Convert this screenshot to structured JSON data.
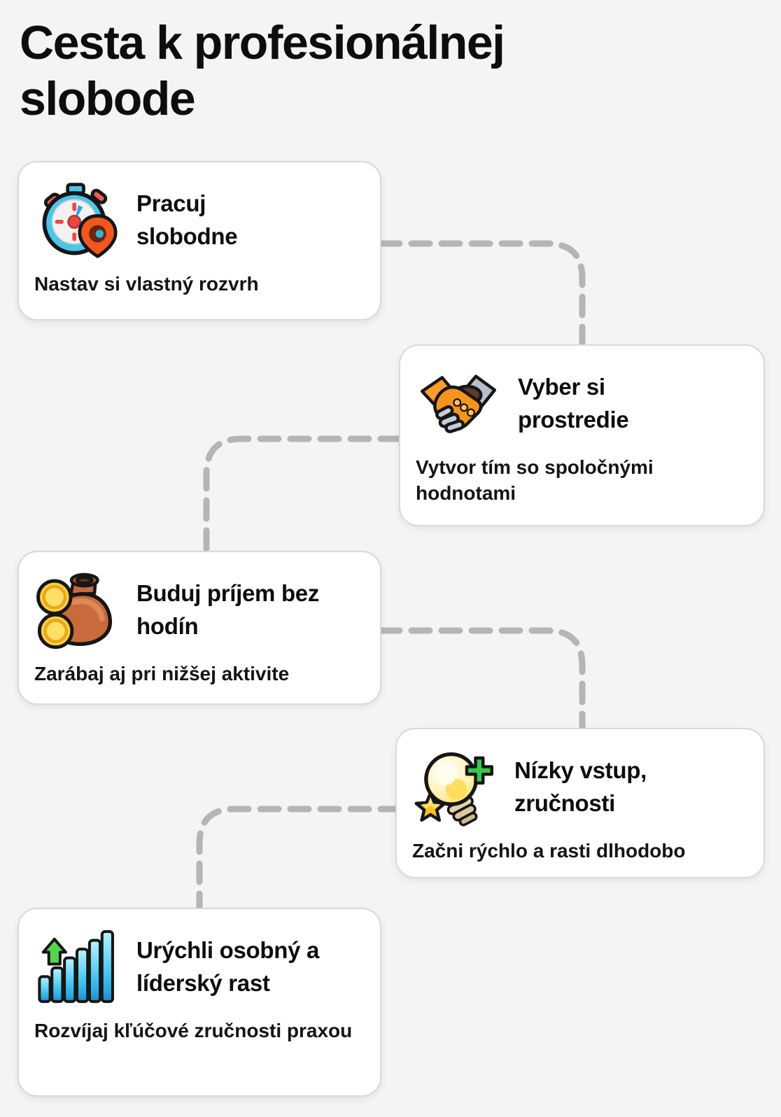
{
  "page": {
    "title": "Cesta k profesionálnej slobode",
    "background_color": "#f4f4f2",
    "card_background": "#ffffff",
    "text_color": "#111111"
  },
  "connector": {
    "color": "#b5b5b5",
    "style": "dashed-rounded"
  },
  "cards": [
    {
      "icon": "stopwatch-location-icon",
      "title": "Pracuj slobodne",
      "subtitle": "Nastav si vlastný rozvrh"
    },
    {
      "icon": "handshake-icon",
      "title": "Vyber si prostredie",
      "subtitle": "Vytvor tím so spoločnými hodnotami"
    },
    {
      "icon": "money-bag-icon",
      "title": "Buduj príjem bez hodín",
      "subtitle": "Zarábaj aj pri nižšej aktivite"
    },
    {
      "icon": "lightbulb-plus-star-icon",
      "title": "Nízky vstup, zručnosti",
      "subtitle": "Začni rýchlo a rasti dlhodobo"
    },
    {
      "icon": "growth-bar-chart-icon",
      "title": "Urýchli osobný a líderský rast",
      "subtitle": "Rozvíjaj kľúčové zručnosti praxou"
    }
  ]
}
